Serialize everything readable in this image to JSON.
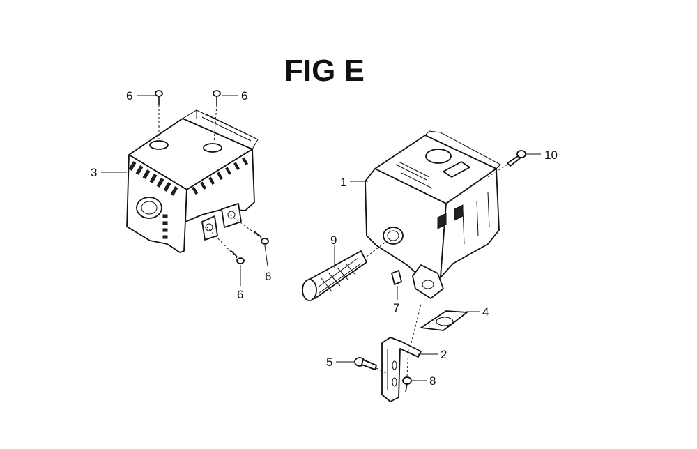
{
  "title": "FIG E",
  "callouts": {
    "c1": "1",
    "c2": "2",
    "c3": "3",
    "c4": "4",
    "c5": "5",
    "c6a": "6",
    "c6b": "6",
    "c6c": "6",
    "c6d": "6",
    "c7": "7",
    "c8": "8",
    "c9": "9",
    "c10": "10"
  }
}
